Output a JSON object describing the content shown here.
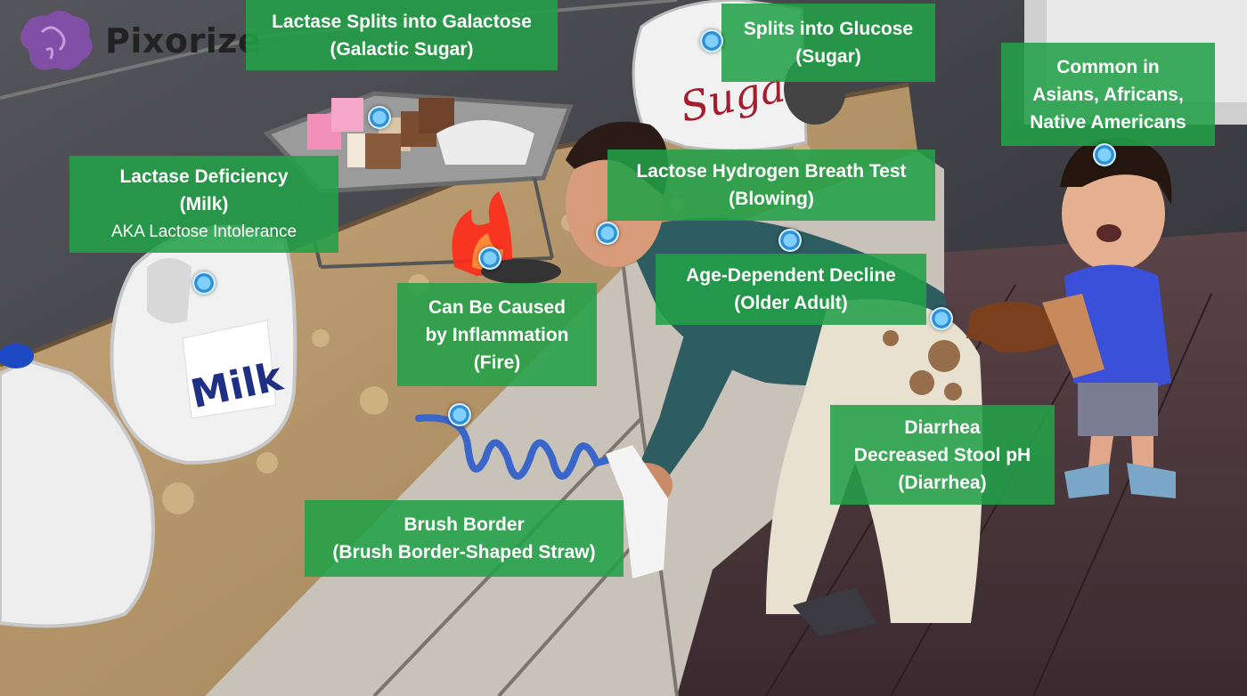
{
  "brand": {
    "name": "Pixorize"
  },
  "scene_props": {
    "milk_jug_text": "Milk",
    "sugar_bag_text": "Sugar"
  },
  "labels": {
    "galactose": {
      "line1": "Lactase Splits into Galactose",
      "line2": "(Galactic Sugar)"
    },
    "glucose": {
      "line1": "Splits into Glucose",
      "line2": "(Sugar)"
    },
    "population": {
      "line1": "Common in",
      "line2": "Asians, Africans,",
      "line3": "Native Americans"
    },
    "deficiency": {
      "line1": "Lactase Deficiency",
      "line2": "(Milk)",
      "line3": "AKA Lactose Intolerance"
    },
    "breath_test": {
      "line1": "Lactose Hydrogen Breath Test",
      "line2": "(Blowing)"
    },
    "age_decline": {
      "line1": "Age-Dependent Decline",
      "line2": "(Older Adult)"
    },
    "inflammation": {
      "line1": "Can Be Caused",
      "line2": "by Inflammation",
      "line3": "(Fire)"
    },
    "diarrhea": {
      "line1": "Diarrhea",
      "line2": "Decreased Stool pH",
      "line3": "(Diarrhea)"
    },
    "brush_border": {
      "line1": "Brush Border",
      "line2": "(Brush Border-Shaped Straw)"
    }
  },
  "colors": {
    "label_bg": "#22a048",
    "label_text": "#ffffff",
    "hotspot": "#2e8fd6"
  }
}
